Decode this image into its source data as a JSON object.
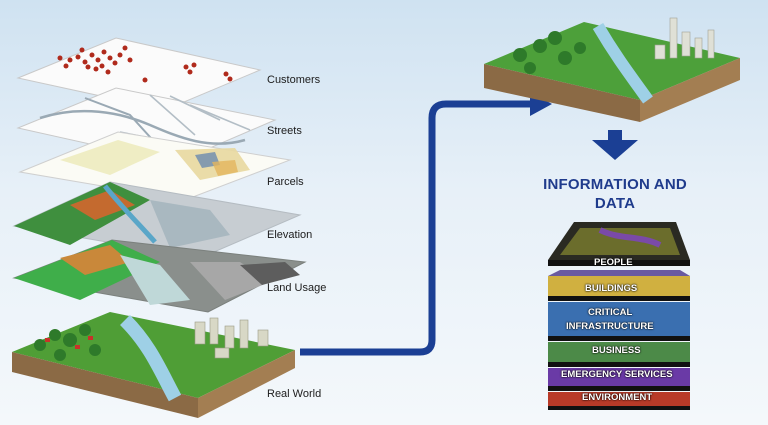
{
  "layers": [
    {
      "label": "Customers"
    },
    {
      "label": "Streets"
    },
    {
      "label": "Parcels"
    },
    {
      "label": "Elevation"
    },
    {
      "label": "Land Usage"
    },
    {
      "label": "Real World"
    }
  ],
  "heading": {
    "line1": "INFORMATION AND",
    "line2": "DATA"
  },
  "data_stack": [
    {
      "label": "PEOPLE"
    },
    {
      "label": "BUILDINGS"
    },
    {
      "label": "CRITICAL"
    },
    {
      "label": "INFRASTRUCTURE"
    },
    {
      "label": "BUSINESS"
    },
    {
      "label": "EMERGENCY SERVICES"
    },
    {
      "label": "ENVIRONMENT"
    }
  ],
  "colors": {
    "arrow": "#1b3f94",
    "heading": "#1f3b8c"
  },
  "icons": {
    "down_arrow": "down-arrow-icon",
    "flow_arrow": "flow-arrow-icon"
  }
}
